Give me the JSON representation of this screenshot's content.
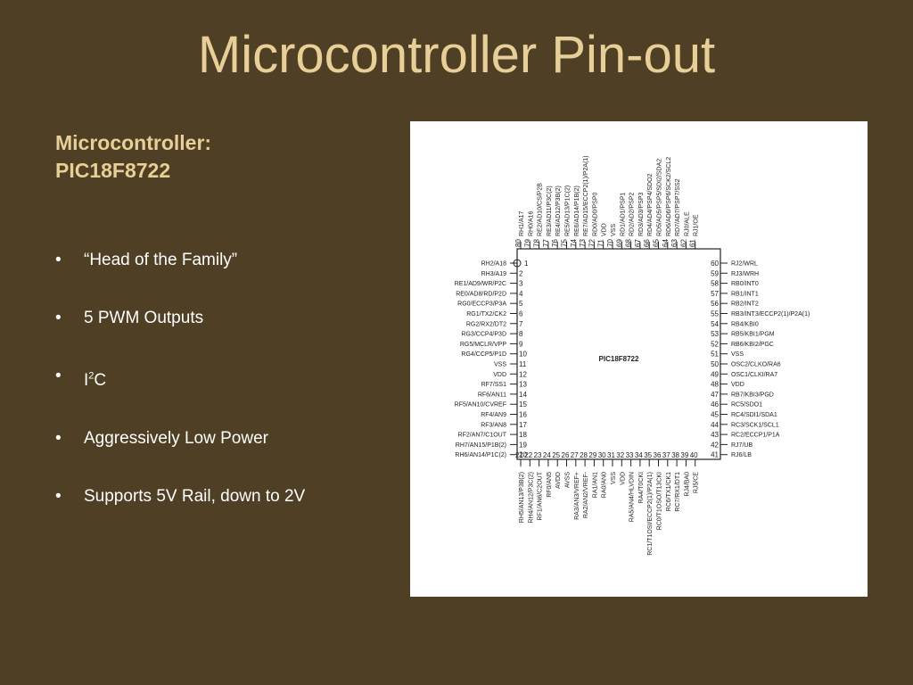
{
  "slide": {
    "title": "Microcontroller Pin-out",
    "subtitle_line1": "Microcontroller:",
    "subtitle_line2": "PIC18F8722",
    "bullets": {
      "b1": "“Head of the Family”",
      "b2": "5 PWM Outputs",
      "b3_pre": "I",
      "b3_sup": "2",
      "b3_post": "C",
      "b4": "Aggressively Low Power",
      "b5": "Supports 5V Rail, down to 2V"
    },
    "bullet_char": "•"
  },
  "chip": {
    "part": "PIC18F8722",
    "top_pins": [
      {
        "n": "80",
        "l": "RH1/A17"
      },
      {
        "n": "79",
        "l": "RH0/A16"
      },
      {
        "n": "78",
        "l": "RE2/AD10/CS/P2B"
      },
      {
        "n": "77",
        "l": "RE3/AD11/P3C(2)"
      },
      {
        "n": "76",
        "l": "RE4/AD12/P3B(2)"
      },
      {
        "n": "75",
        "l": "RE5/AD13/P1C(2)"
      },
      {
        "n": "74",
        "l": "RE6/AD14/P1B(2)"
      },
      {
        "n": "73",
        "l": "RE7/AD15/ECCP2(1)/P2A(1)"
      },
      {
        "n": "72",
        "l": "RD0/AD0/PSP0"
      },
      {
        "n": "71",
        "l": "VDD"
      },
      {
        "n": "70",
        "l": "VSS"
      },
      {
        "n": "69",
        "l": "RD1/AD1/PSP1"
      },
      {
        "n": "68",
        "l": "RD2/AD2/PSP2"
      },
      {
        "n": "67",
        "l": "RD3/AD3/PSP3"
      },
      {
        "n": "66",
        "l": "RD4/AD4/PSP4/SDO2"
      },
      {
        "n": "65",
        "l": "RD5/AD5/PSP5/SDI2/SDA2"
      },
      {
        "n": "64",
        "l": "RD6/AD6/PSP6/SCK2/SCL2"
      },
      {
        "n": "63",
        "l": "RD7/AD7/PSP7/SS2"
      },
      {
        "n": "62",
        "l": "RJ0/ALE"
      },
      {
        "n": "61",
        "l": "RJ1/OE"
      }
    ],
    "left_pins": [
      {
        "n": "1",
        "l": "RH2/A18"
      },
      {
        "n": "2",
        "l": "RH3/A19"
      },
      {
        "n": "3",
        "l": "RE1/AD9/WR/P2C"
      },
      {
        "n": "4",
        "l": "RE0/AD8/RD/P2D"
      },
      {
        "n": "5",
        "l": "RG0/ECCP3/P3A"
      },
      {
        "n": "6",
        "l": "RG1/TX2/CK2"
      },
      {
        "n": "7",
        "l": "RG2/RX2/DT2"
      },
      {
        "n": "8",
        "l": "RG3/CCP4/P3D"
      },
      {
        "n": "9",
        "l": "RG5/MCLR/VPP"
      },
      {
        "n": "10",
        "l": "RG4/CCP5/P1D"
      },
      {
        "n": "11",
        "l": "VSS"
      },
      {
        "n": "12",
        "l": "VDD"
      },
      {
        "n": "13",
        "l": "RF7/SS1"
      },
      {
        "n": "14",
        "l": "RF6/AN11"
      },
      {
        "n": "15",
        "l": "RF5/AN10/CVREF"
      },
      {
        "n": "16",
        "l": "RF4/AN9"
      },
      {
        "n": "17",
        "l": "RF3/AN8"
      },
      {
        "n": "18",
        "l": "RF2/AN7/C1OUT"
      },
      {
        "n": "19",
        "l": "RH7/AN15/P1B(2)"
      },
      {
        "n": "20",
        "l": "RH6/AN14/P1C(2)"
      }
    ],
    "right_pins": [
      {
        "n": "60",
        "l": "RJ2/WRL"
      },
      {
        "n": "59",
        "l": "RJ3/WRH"
      },
      {
        "n": "58",
        "l": "RB0/INT0"
      },
      {
        "n": "57",
        "l": "RB1/INT1"
      },
      {
        "n": "56",
        "l": "RB2/INT2"
      },
      {
        "n": "55",
        "l": "RB3/INT3/ECCP2(1)/P2A(1)"
      },
      {
        "n": "54",
        "l": "RB4/KBI0"
      },
      {
        "n": "53",
        "l": "RB5/KBI1/PGM"
      },
      {
        "n": "52",
        "l": "RB6/KBI2/PGC"
      },
      {
        "n": "51",
        "l": "VSS"
      },
      {
        "n": "50",
        "l": "OSC2/CLKO/RA6"
      },
      {
        "n": "49",
        "l": "OSC1/CLKI/RA7"
      },
      {
        "n": "48",
        "l": "VDD"
      },
      {
        "n": "47",
        "l": "RB7/KBI3/PGD"
      },
      {
        "n": "46",
        "l": "RC5/SDO1"
      },
      {
        "n": "45",
        "l": "RC4/SDI1/SDA1"
      },
      {
        "n": "44",
        "l": "RC3/SCK1/SCL1"
      },
      {
        "n": "43",
        "l": "RC2/ECCP1/P1A"
      },
      {
        "n": "42",
        "l": "RJ7/UB"
      },
      {
        "n": "41",
        "l": "RJ6/LB"
      }
    ],
    "bottom_pins": [
      {
        "n": "21",
        "l": "RH5/AN13/P3B(2)"
      },
      {
        "n": "22",
        "l": "RH4/AN12/P3C(2)"
      },
      {
        "n": "23",
        "l": "RF1/AN6/C2OUT"
      },
      {
        "n": "24",
        "l": "RF0/AN5"
      },
      {
        "n": "25",
        "l": "AVDD"
      },
      {
        "n": "26",
        "l": "AVSS"
      },
      {
        "n": "27",
        "l": "RA3/AN3/VREF+"
      },
      {
        "n": "28",
        "l": "RA2/AN2/VREF-"
      },
      {
        "n": "29",
        "l": "RA1/AN1"
      },
      {
        "n": "30",
        "l": "RA0/AN0"
      },
      {
        "n": "31",
        "l": "VSS"
      },
      {
        "n": "32",
        "l": "VDD"
      },
      {
        "n": "33",
        "l": "RA5/AN4/HLVDIN"
      },
      {
        "n": "34",
        "l": "RA4/T0CKI"
      },
      {
        "n": "35",
        "l": "RC1/T1OSI/ECCP2(1)/P2A(1)"
      },
      {
        "n": "36",
        "l": "RC0/T1OSO/T13CKI"
      },
      {
        "n": "37",
        "l": "RC6/TX1/CK1"
      },
      {
        "n": "38",
        "l": "RC7/RX1/DT1"
      },
      {
        "n": "39",
        "l": "RJ4/BA0"
      },
      {
        "n": "40",
        "l": "RJ5/CE"
      }
    ]
  }
}
